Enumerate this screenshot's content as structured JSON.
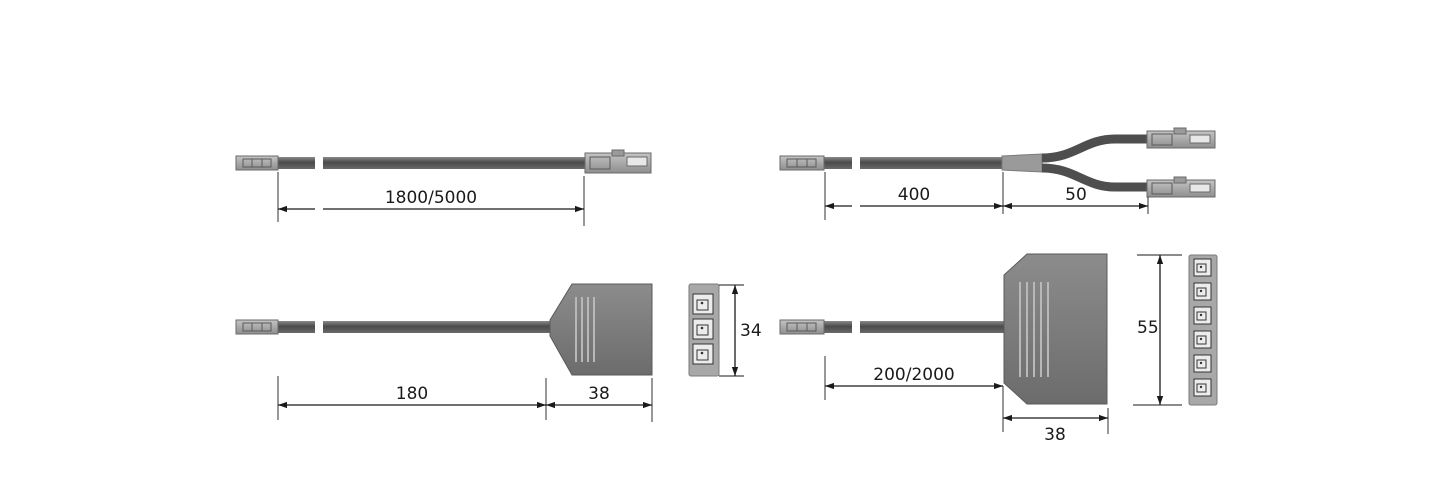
{
  "dimensions": {
    "cable_length": "1800/5000",
    "splitter_stem": "400",
    "splitter_branch": "50",
    "three_way_cable": "180",
    "three_way_body": "38",
    "three_way_height": "34",
    "six_way_cable": "200/2000",
    "six_way_body": "38",
    "six_way_height": "55"
  },
  "colors": {
    "cable": "#5c5c5c",
    "connector": "#a8a8a8",
    "hub": "#7a7a7a",
    "sleeve": "#9a9a9a",
    "dimension_line": "#1a1a1a"
  }
}
